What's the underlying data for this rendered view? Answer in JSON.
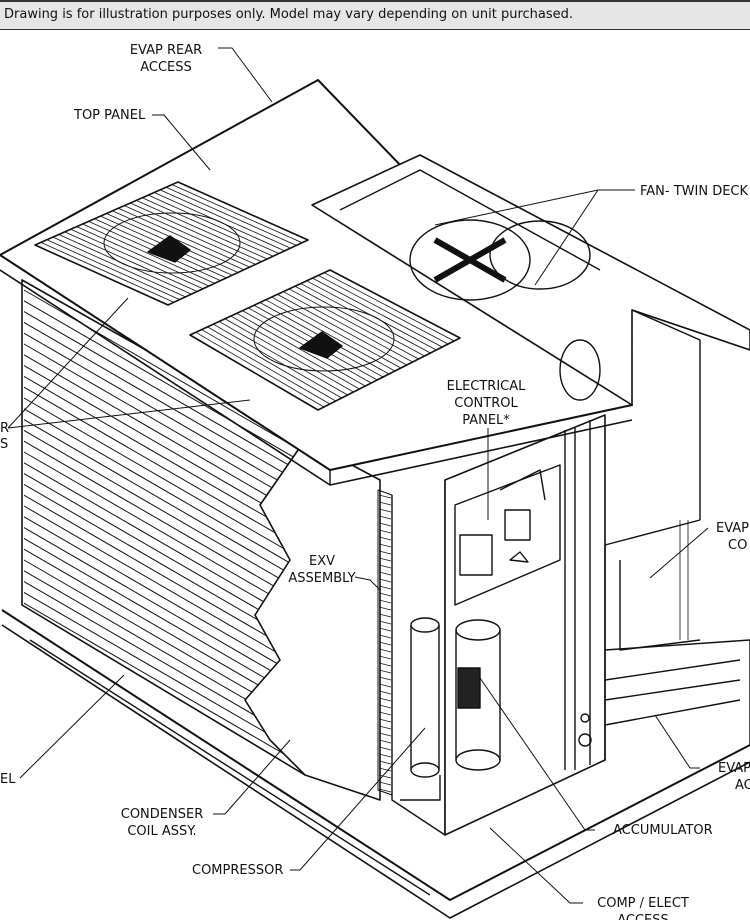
{
  "banner": {
    "text": "Drawing is for illustration purposes only. Model may vary depending on unit purchased."
  },
  "labels": {
    "evap_rear_access": [
      "EVAP REAR",
      "ACCESS"
    ],
    "top_panel": "TOP PANEL",
    "fan_twin_deck": "FAN- TWIN DECK",
    "electrical_control_panel": [
      "ELECTRICAL",
      "CONTROL",
      "PANEL*"
    ],
    "left_cut_top": "R",
    "left_cut_bottom": "S",
    "exv_assembly": [
      "EXV",
      "ASSEMBLY"
    ],
    "evap_right_top": "EVAP",
    "evap_right_bottom": "CO",
    "left_panel_cut": "EL",
    "condenser_coil_assy": [
      "CONDENSER",
      "COIL ASSY."
    ],
    "accumulator": "ACCUMULATOR",
    "evap_right_lower_top": "EVAP",
    "evap_right_lower_bottom": "AC",
    "compressor": "COMPRESSOR",
    "comp_elect_access": [
      "COMP / ELECT",
      "ACCESS"
    ]
  },
  "style": {
    "line_color": "#111111",
    "banner_bg": "#e6e6e6"
  }
}
